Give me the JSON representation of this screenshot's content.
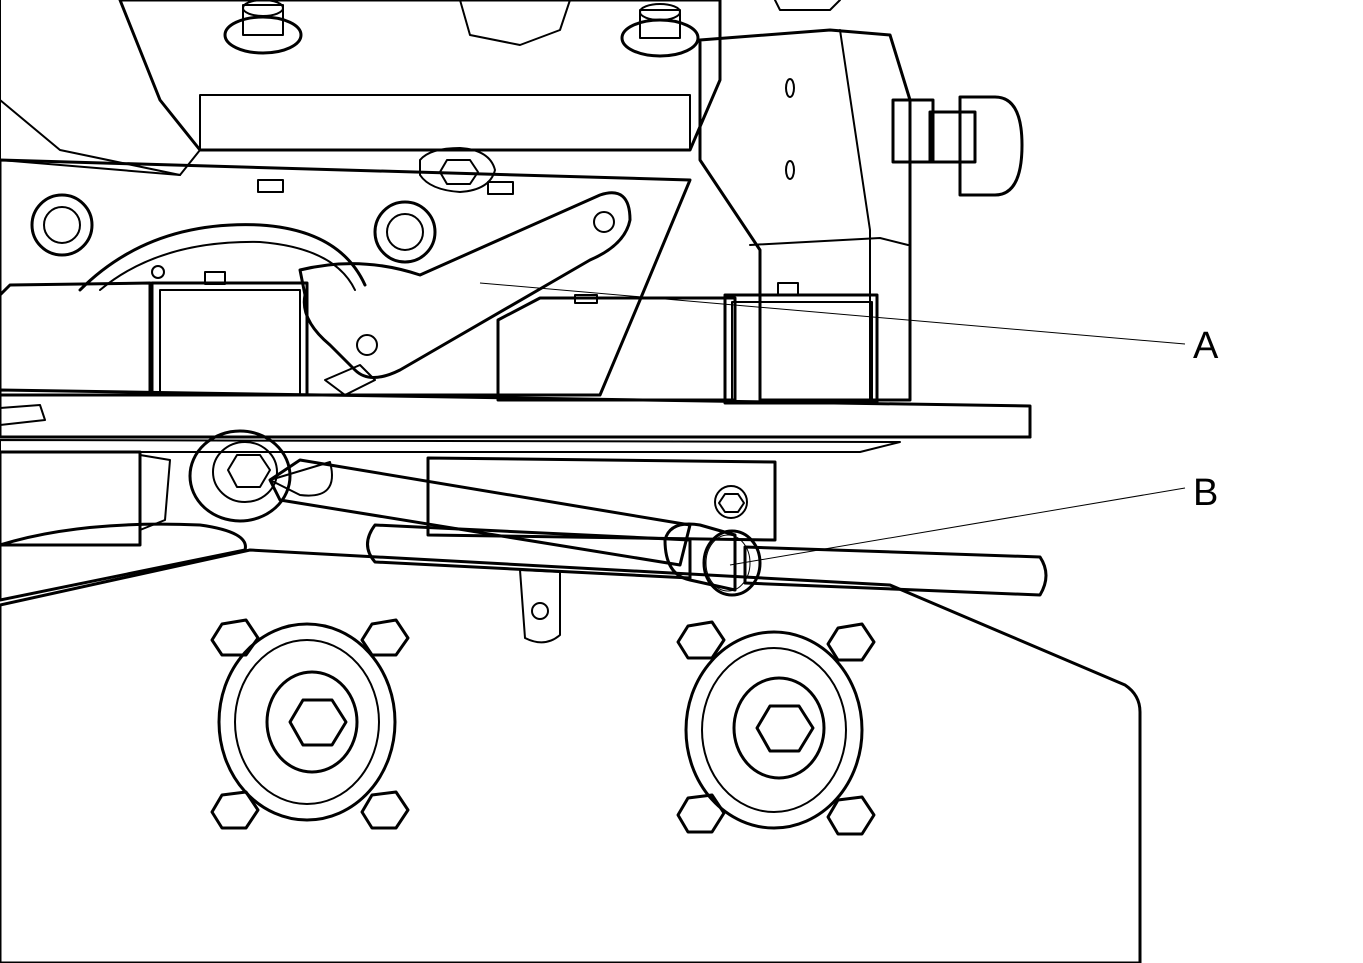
{
  "figure": {
    "callouts": [
      {
        "id": "A",
        "label": "A"
      },
      {
        "id": "B",
        "label": "B"
      }
    ]
  },
  "colors": {
    "background": "#ffffff",
    "metal_fill": "#d9d9d9",
    "light_fill": "#eeeeee",
    "highlight": "#ffffff",
    "outline": "#000000"
  }
}
